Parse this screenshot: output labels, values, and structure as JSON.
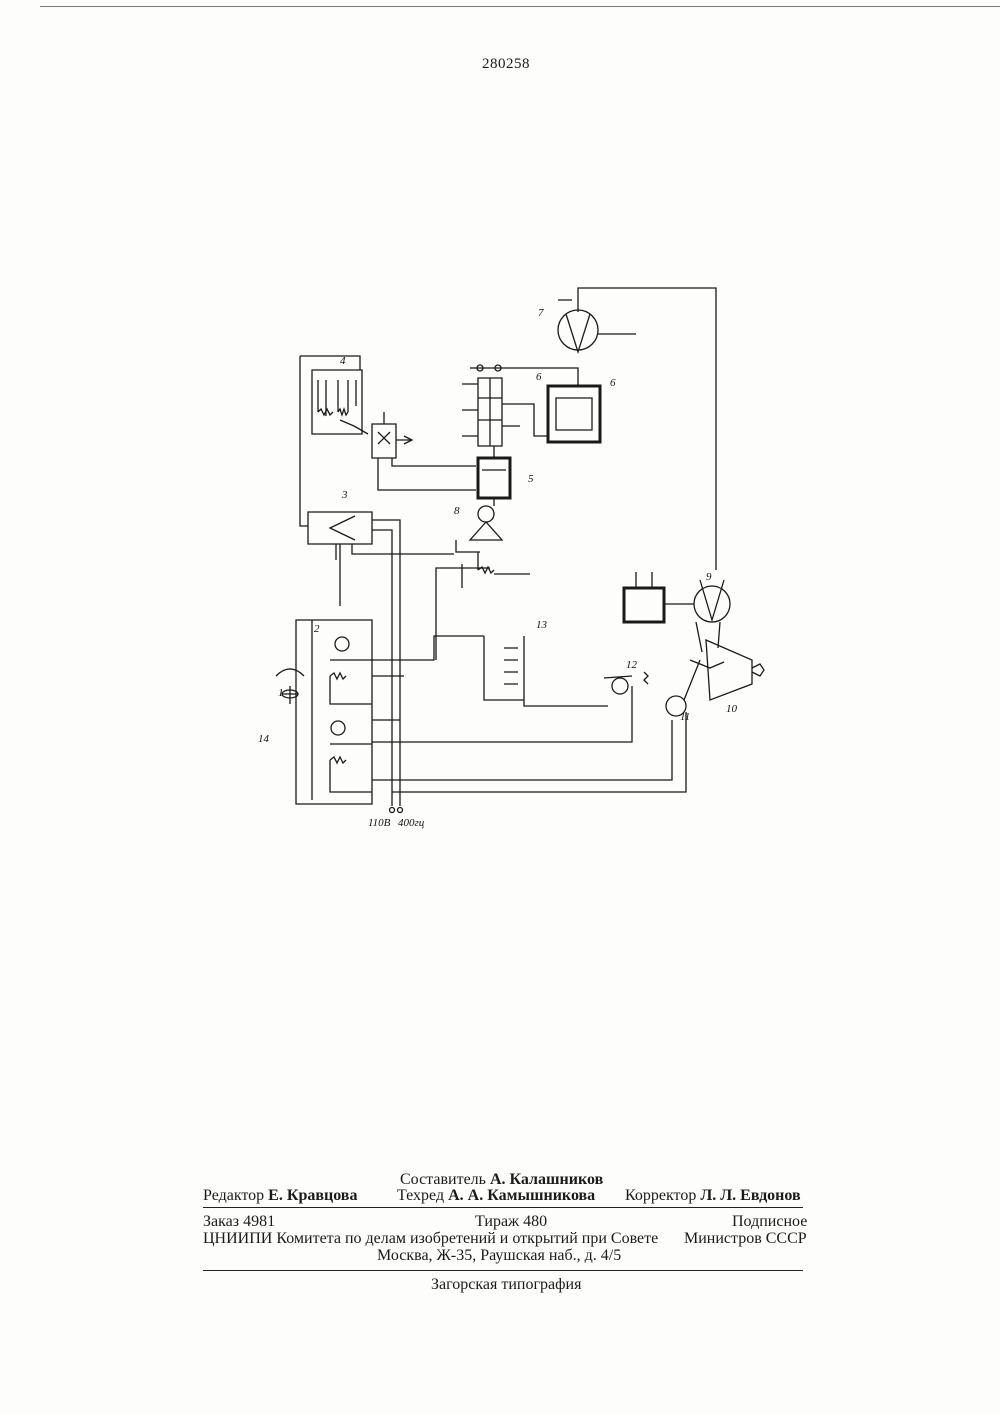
{
  "header": {
    "patent_number": "280258"
  },
  "diagram": {
    "labels": {
      "l1": "1",
      "l2": "2",
      "l3": "3",
      "l4": "4",
      "l5": "5",
      "l6": "6",
      "l7": "7",
      "l8": "8",
      "l9": "9",
      "l10": "10",
      "l11": "11",
      "l12": "12",
      "l13": "13",
      "l14": "14",
      "volt": "110В",
      "freq": "400гц"
    }
  },
  "footer": {
    "compiler_role": "Составитель",
    "compiler_name": "А. Калашников",
    "editor_role": "Редактор",
    "editor_name": "Е. Кравцова",
    "techred_role": "Техред",
    "techred_name": "А. А. Камышникова",
    "corrector_role": "Корректор",
    "corrector_name": "Л. Л. Евдонов",
    "order": "Заказ 4981",
    "circulation": "Тираж 480",
    "subscription": "Подписное",
    "org_line": "ЦНИИПИ Комитета по делам изобретений и открытий при Совете",
    "ministers": "Министров СССР",
    "address": "Москва, Ж-35, Раушская наб., д. 4/5",
    "printer": "Загорская типография"
  }
}
